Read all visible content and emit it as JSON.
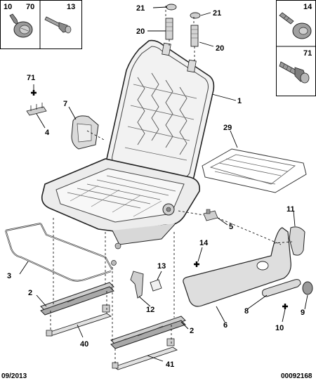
{
  "callouts": {
    "c1": "1",
    "c2a": "2",
    "c2b": "2",
    "c3": "3",
    "c4": "4",
    "c5": "5",
    "c6": "6",
    "c7": "7",
    "c8": "8",
    "c9": "9",
    "c10": "10",
    "c11": "11",
    "c12": "12",
    "c13": "13",
    "c14": "14",
    "c20a": "20",
    "c20b": "20",
    "c21a": "21",
    "c21b": "21",
    "c29": "29",
    "c40": "40",
    "c41": "41"
  },
  "insets": {
    "top_left": {
      "label_a": "10",
      "label_b": "70",
      "label_c": "13"
    },
    "top_right": {
      "label_a": "14",
      "label_b": "71"
    }
  },
  "footer": {
    "date": "09/2013",
    "ref": "00092168"
  }
}
